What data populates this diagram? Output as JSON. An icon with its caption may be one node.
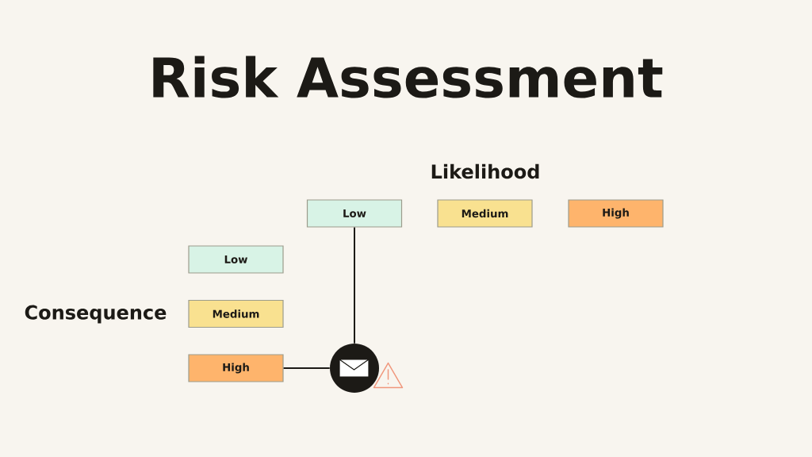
{
  "diagram": {
    "title": "Risk Assessment",
    "nodes": [
      {
        "text": [
          "Low"
        ]
      },
      {
        "text": [
          "Medium"
        ]
      },
      {
        "text": [
          "High"
        ]
      },
      {
        "text": [
          "Low"
        ]
      },
      {
        "text": [
          "Medium"
        ]
      },
      {
        "text": [
          "High"
        ]
      },
      {
        "text": [],
        "shape": "circle"
      }
    ],
    "edges": [
      {
        "from": 0,
        "to": 6,
        "arrow": "none"
      },
      {
        "from": 5,
        "to": 6,
        "arrow": "none"
      }
    ],
    "labels": [
      "Likelihood",
      "Consequence"
    ]
  }
}
